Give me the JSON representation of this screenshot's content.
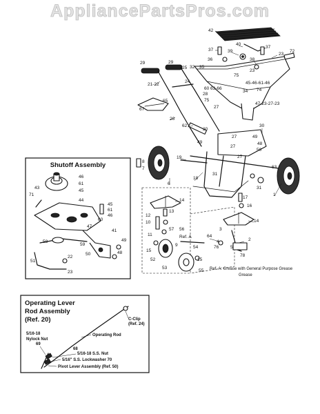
{
  "watermark": "AppliancePartsPros.com",
  "main_callouts": {
    "c42": "42",
    "c40": "40",
    "c37": "37",
    "c39": "39",
    "c37b": "37",
    "c23a": "23",
    "c72": "72",
    "c36": "36",
    "c38": "38",
    "c29a": "29",
    "c29b": "29",
    "c25": "25",
    "c32": "32",
    "c35": "35",
    "c23b": "23",
    "c24": "24",
    "c2122": "21-22",
    "c75a": "75",
    "c45466146": "45-46-61-46",
    "c6066": "60 63-66",
    "c28": "28",
    "c34": "34",
    "c74": "74",
    "c47232723": "47-23-27-23",
    "c75b": "75",
    "c65": "65",
    "c67": "67",
    "c27a": "27",
    "c26": "26",
    "c62": "62",
    "c20": "20",
    "c30": "30",
    "c27b": "27",
    "c49a": "49",
    "c49b": "49",
    "c48": "48",
    "c50": "50",
    "c27c": "27",
    "c19": "19",
    "c27d": "27",
    "c8": "8",
    "c7": "7",
    "c31a": "31",
    "c6": "6",
    "c18": "18",
    "c63": "63",
    "c31b": "31",
    "c1": "1",
    "c17": "17",
    "c16": "16",
    "c14a": "14",
    "c13": "13",
    "c12": "12",
    "c10": "10",
    "c11": "11",
    "c57": "57",
    "c56": "56",
    "c9": "9",
    "c15a": "15",
    "c52": "52",
    "c53": "53",
    "c54": "54",
    "c15b": "15",
    "c55": "55",
    "c14b": "14",
    "c64": "64",
    "c3": "3",
    "c4": "4",
    "c5": "5",
    "c76": "76",
    "c78": "78",
    "c2": "2"
  },
  "ref_a_label": "Ref. A",
  "grease_note": "Ref. A: Grease with General Purpose Grease",
  "shutoff": {
    "title": "Shutoff Assembly",
    "callouts": {
      "c46a": "46",
      "c61a": "61",
      "c45a": "45",
      "c43": "43",
      "c71": "71",
      "c44": "44",
      "c45b": "45",
      "c61b": "61",
      "c46b": "46",
      "c47": "47",
      "c60": "60",
      "c41": "41",
      "c58": "58",
      "c59": "59",
      "c49": "49",
      "c48": "48",
      "c50": "50",
      "c22": "22",
      "c51": "51",
      "c23": "23"
    }
  },
  "lever": {
    "title_line1": "Operating Lever",
    "title_line2": "Rod Assembly",
    "title_line3": "(Ref. 20)",
    "cclip": "C-Clip",
    "cclip_ref": "(Ref. 24)",
    "operating_rod": "Operating Rod",
    "nylock_spec": "5/16-18",
    "nylock": "Nylock Nut",
    "nylock_no": "69",
    "ss_nut_no": "68",
    "ss_nut": "5/16-18 S.S. Nut",
    "lockwasher": "5/16\" S.S. Lockwasher 70",
    "pivot": "Pivot Lever Assembly (Ref. 50)"
  }
}
